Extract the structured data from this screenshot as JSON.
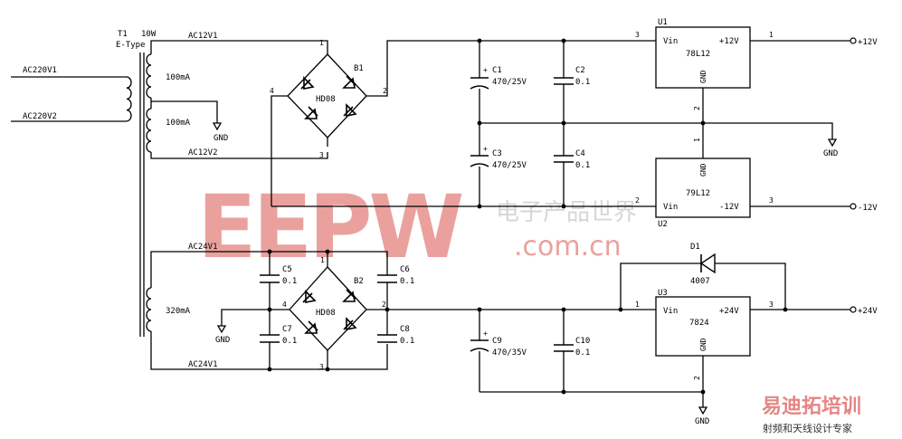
{
  "transformer": {
    "ref": "T1",
    "power": "10W",
    "type": "E-Type",
    "primary1": "AC220V1",
    "primary2": "AC220V2",
    "sec1_current": "100mA",
    "sec2_current": "100mA",
    "sec3_current": "320mA"
  },
  "nets": {
    "ac12v1": "AC12V1",
    "ac12v2": "AC12V2",
    "ac24v1_top": "AC24V1",
    "ac24v1_bot": "AC24V1",
    "gnd": "GND"
  },
  "bridges": {
    "b1": {
      "ref": "B1",
      "part": "HD08",
      "pin1": "1",
      "pin2": "2",
      "pin3": "3",
      "pin4": "4"
    },
    "b2": {
      "ref": "B2",
      "part": "HD08",
      "pin1": "1",
      "pin2": "2",
      "pin3": "3",
      "pin4": "4"
    }
  },
  "caps": {
    "c1": {
      "ref": "C1",
      "value": "470/25V"
    },
    "c2": {
      "ref": "C2",
      "value": "0.1"
    },
    "c3": {
      "ref": "C3",
      "value": "470/25V"
    },
    "c4": {
      "ref": "C4",
      "value": "0.1"
    },
    "c5": {
      "ref": "C5",
      "value": "0.1"
    },
    "c6": {
      "ref": "C6",
      "value": "0.1"
    },
    "c7": {
      "ref": "C7",
      "value": "0.1"
    },
    "c8": {
      "ref": "C8",
      "value": "0.1"
    },
    "c9": {
      "ref": "C9",
      "value": "470/35V"
    },
    "c10": {
      "ref": "C10",
      "value": "0.1"
    }
  },
  "regulators": {
    "u1": {
      "ref": "U1",
      "part": "78L12",
      "vin": "Vin",
      "out": "+12V",
      "gnd": "GND",
      "pin_in": "3",
      "pin_out": "1",
      "pin_gnd": "2"
    },
    "u2": {
      "ref": "U2",
      "part": "79L12",
      "vin": "Vin",
      "out": "-12V",
      "gnd": "GND",
      "pin_in": "2",
      "pin_out": "3",
      "pin_gnd": "1"
    },
    "u3": {
      "ref": "U3",
      "part": "7824",
      "vin": "Vin",
      "out": "+24V",
      "gnd": "GND",
      "pin_in": "1",
      "pin_out": "3",
      "pin_gnd": "2"
    }
  },
  "diode": {
    "ref": "D1",
    "part": "4007"
  },
  "outputs": {
    "p12": "+12V",
    "n12": "-12V",
    "p24": "+24V",
    "gnd": "GND"
  },
  "watermark": {
    "brand": "EEPW",
    "domain": ".com.cn",
    "cn": "电子产品世界"
  },
  "corner_brand": {
    "main": "易迪拓培训",
    "sub": "射频和天线设计专家"
  }
}
